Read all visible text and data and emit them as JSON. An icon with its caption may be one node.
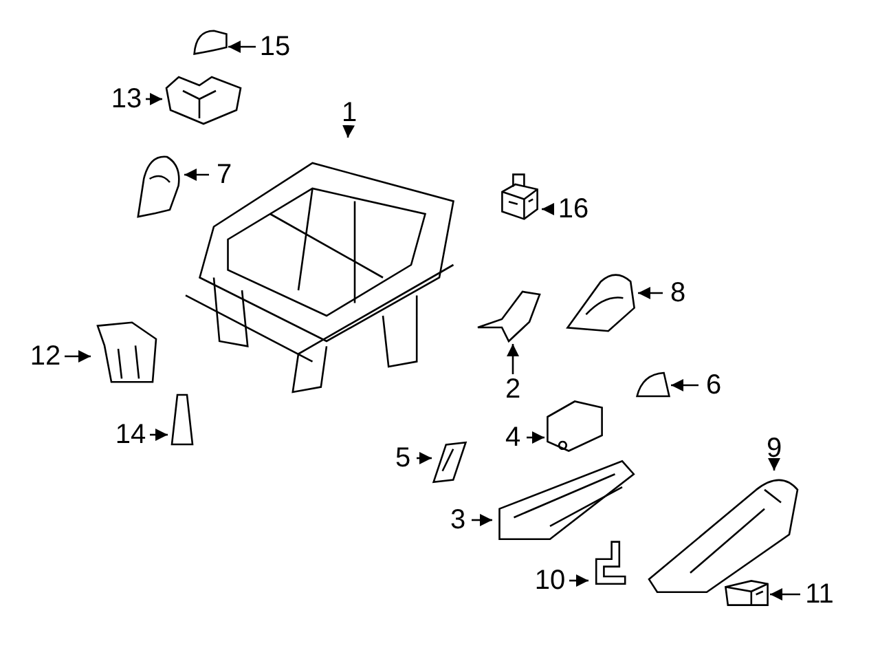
{
  "diagram": {
    "nodes": [
      {
        "text": [
          "15"
        ]
      },
      {
        "text": [
          "13"
        ]
      },
      {
        "text": [
          "1"
        ]
      },
      {
        "text": [
          "7"
        ]
      },
      {
        "text": [
          "16"
        ]
      },
      {
        "text": [
          "8"
        ]
      },
      {
        "text": [
          "12"
        ]
      },
      {
        "text": [
          "2"
        ]
      },
      {
        "text": [
          "6"
        ]
      },
      {
        "text": [
          "9"
        ]
      },
      {
        "text": [
          "14"
        ]
      },
      {
        "text": [
          "4"
        ]
      },
      {
        "text": [
          "5"
        ]
      },
      {
        "text": [
          "3"
        ]
      },
      {
        "text": [
          "10"
        ]
      },
      {
        "text": [
          "11"
        ]
      },
      {
        "text": [],
        "shape": "picture"
      },
      {
        "text": [],
        "shape": "picture"
      },
      {
        "text": [],
        "shape": "picture"
      },
      {
        "text": [],
        "shape": "picture"
      },
      {
        "text": [],
        "shape": "picture"
      },
      {
        "text": [],
        "shape": "picture"
      },
      {
        "text": [],
        "shape": "picture"
      },
      {
        "text": [],
        "shape": "picture"
      },
      {
        "text": [],
        "shape": "picture"
      },
      {
        "text": [],
        "shape": "picture"
      },
      {
        "text": [],
        "shape": "picture"
      },
      {
        "text": [],
        "shape": "picture"
      },
      {
        "text": [],
        "shape": "picture"
      },
      {
        "text": [],
        "shape": "picture"
      },
      {
        "text": [],
        "shape": "picture"
      },
      {
        "text": [],
        "shape": "picture"
      }
    ],
    "edges": [
      {
        "from": 0,
        "to": 16,
        "arrow": "to"
      },
      {
        "from": 1,
        "to": 17,
        "arrow": "to"
      },
      {
        "from": 2,
        "to": 18,
        "arrow": "to"
      },
      {
        "from": 3,
        "to": 19,
        "arrow": "to"
      },
      {
        "from": 4,
        "to": 20,
        "arrow": "to"
      },
      {
        "from": 5,
        "to": 21,
        "arrow": "to"
      },
      {
        "from": 6,
        "to": 22,
        "arrow": "to"
      },
      {
        "from": 7,
        "to": 23,
        "arrow": "to"
      },
      {
        "from": 8,
        "to": 24,
        "arrow": "to"
      },
      {
        "from": 9,
        "to": 25,
        "arrow": "to"
      },
      {
        "from": 10,
        "to": 26,
        "arrow": "to"
      },
      {
        "from": 11,
        "to": 27,
        "arrow": "to"
      },
      {
        "from": 12,
        "to": 28,
        "arrow": "to"
      },
      {
        "from": 13,
        "to": 29,
        "arrow": "to"
      },
      {
        "from": 14,
        "to": 30,
        "arrow": "to"
      },
      {
        "from": 15,
        "to": 31,
        "arrow": "to"
      }
    ]
  }
}
